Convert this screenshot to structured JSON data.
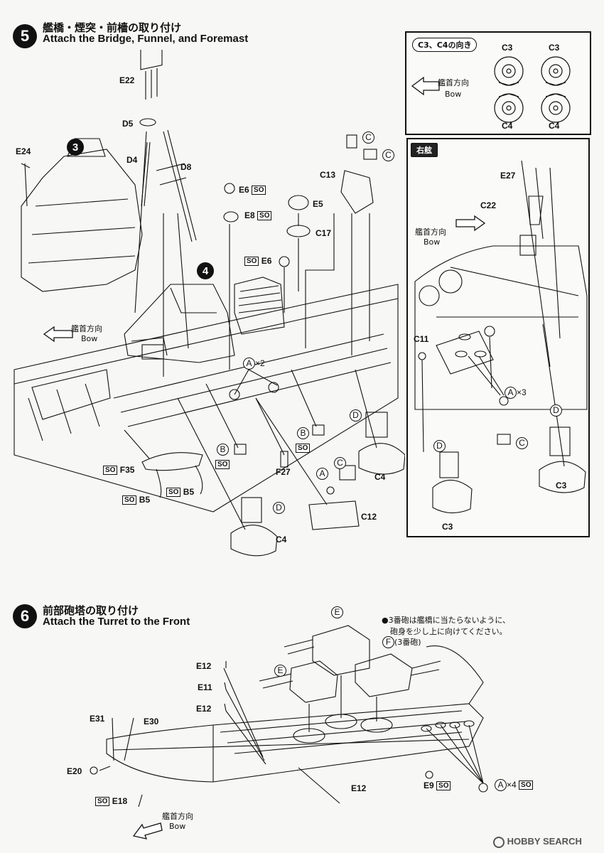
{
  "step5": {
    "number": "5",
    "title_jp": "艦橋・煙突・前檣の取り付け",
    "title_en": "Attach the Bridge, Funnel, and Foremast",
    "callout_3": "3",
    "callout_4": "4",
    "bow_jp": "艦首方向",
    "bow_en": "Bow",
    "labels": {
      "E22": "E22",
      "D5": "D5",
      "D4": "D4",
      "D8": "D8",
      "E24": "E24",
      "E6a": "E6",
      "E8": "E8",
      "E5": "E5",
      "C17": "C17",
      "E6b": "E6",
      "C13": "C13",
      "F27": "F27",
      "F35": "F35",
      "B5a": "B5",
      "B5b": "B5",
      "C4a": "C4",
      "C4b": "C4",
      "C12": "C12",
      "Ax2": "×2"
    },
    "circled": {
      "A": "A",
      "B": "B",
      "C": "C",
      "D": "D"
    },
    "so": "SO"
  },
  "inset_c3c4": {
    "title": "C3、C4の向き",
    "bow_jp": "艦首方向",
    "bow_en": "Bow",
    "labels": [
      "C3",
      "C3",
      "C4",
      "C4"
    ]
  },
  "inset_starboard": {
    "title": "右舷",
    "bow_jp": "艦首方向",
    "bow_en": "Bow",
    "labels": {
      "E27": "E27",
      "C22": "C22",
      "C11": "C11",
      "C3a": "C3",
      "C3b": "C3",
      "Ax3": "×3"
    }
  },
  "step6": {
    "number": "6",
    "title_jp": "前部砲塔の取り付け",
    "title_en": "Attach the Turret to the Front",
    "note_line1": "●3番砲は艦橋に当たらないように、",
    "note_line2": "砲身を少し上に向けてください。",
    "f_note": "(3番砲)",
    "labels": {
      "E12a": "E12",
      "E11": "E11",
      "E12b": "E12",
      "E31": "E31",
      "E30": "E30",
      "E20": "E20",
      "E18": "E18",
      "E12c": "E12",
      "E9": "E9",
      "Ax4": "×4"
    },
    "bow_jp": "艦首方向",
    "bow_en": "Bow"
  },
  "watermark": "HOBBY SEARCH"
}
